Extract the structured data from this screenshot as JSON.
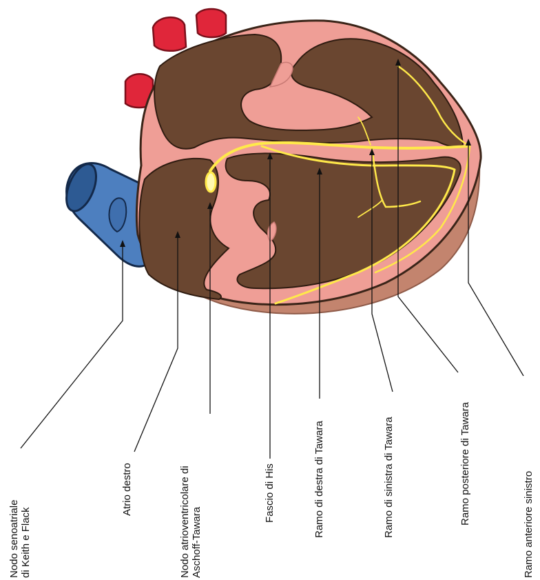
{
  "colors": {
    "myocardium": "#ef9e96",
    "myocardium_dark": "#c97a74",
    "chamber": "#6a4630",
    "pericardium": "#c3846e",
    "vessel_red": "#e0263a",
    "vena_cava": "#4d7fbf",
    "conduction": "#ffe94a",
    "conduction_glow": "#fff8b0",
    "leader": "#111111"
  },
  "labels": {
    "sa_node": [
      "Nodo senoatriale",
      "di Keith e Flack"
    ],
    "right_atrium": [
      "Atrio destro"
    ],
    "av_node": [
      "Nodo atrioventricolare di",
      "Aschoff-Tawara"
    ],
    "his_bundle": [
      "Fascio di His"
    ],
    "right_bundle": [
      "Ramo di destra di Tawara"
    ],
    "left_bundle": [
      "Ramo di sinistra di Tawara"
    ],
    "posterior_branch": [
      "Ramo posteriore di Tawara"
    ],
    "anterior_branch": [
      "Ramo anteriore sinistro"
    ]
  }
}
